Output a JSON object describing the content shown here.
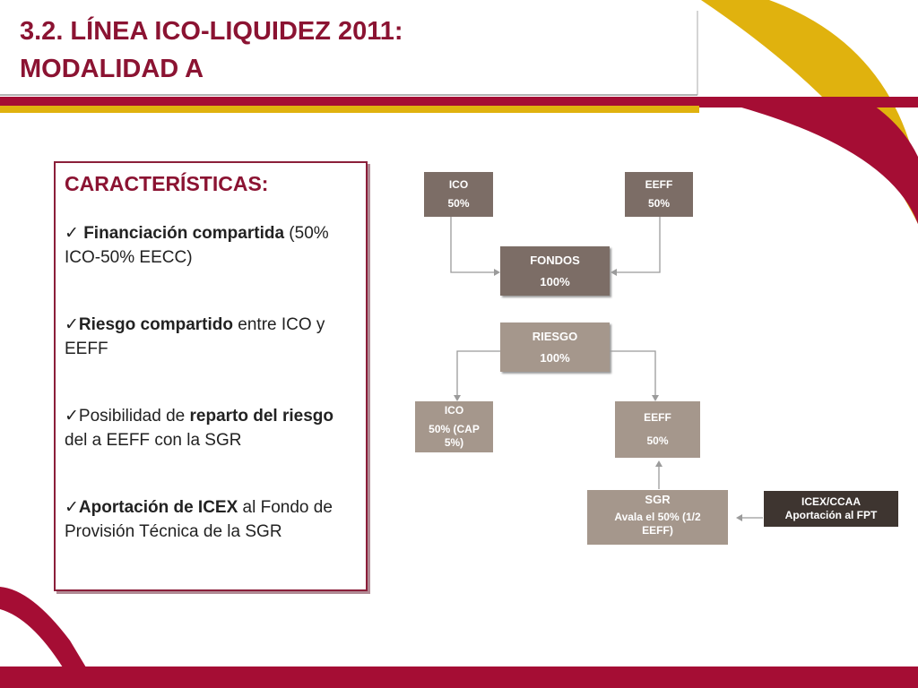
{
  "title": {
    "line1": "3.2. LÍNEA ICO-LIQUIDEZ 2011:",
    "line2": "MODALIDAD A"
  },
  "characteristics": {
    "heading": "CARACTERÍSTICAS:",
    "items": [
      {
        "check": "✓ ",
        "b1": "Financiación compartida",
        "t1": " (50% ICO-50% EECC)",
        "b2": "",
        "t2": ""
      },
      {
        "check": "✓",
        "b1": "Riesgo compartido",
        "t1": " entre ICO y EEFF",
        "b2": "",
        "t2": ""
      },
      {
        "check": "✓",
        "b1": "",
        "t1": "Posibilidad de ",
        "b2": "reparto del riesgo",
        "t2": " del a EEFF con la SGR"
      },
      {
        "check": "✓",
        "b1": "Aportación de ICEX",
        "t1": " al Fondo de Provisión Técnica de la SGR",
        "b2": "",
        "t2": ""
      }
    ]
  },
  "diagram": {
    "ico_top": {
      "label": "ICO",
      "value": "50%"
    },
    "eeff_top": {
      "label": "EEFF",
      "value": "50%"
    },
    "fondos": {
      "label": "FONDOS",
      "value": "100%"
    },
    "riesgo": {
      "label": "RIESGO",
      "value": "100%"
    },
    "ico_risk": {
      "label": "ICO",
      "value": "50% (CAP 5%)"
    },
    "eeff_risk": {
      "label": "EEFF",
      "value": "50%"
    },
    "sgr": {
      "label": "SGR",
      "value": "Avala el 50% (1/2 EEFF)"
    },
    "icex": {
      "label": "ICEX/CCAA",
      "value": "Aportación al FPT"
    }
  },
  "colors": {
    "title": "#8b1332",
    "crimson": "#a50d34",
    "gold": "#e0b20e",
    "box_light": "#a5978c",
    "box_dark": "#7c6d66",
    "box_black": "#3e3530"
  }
}
